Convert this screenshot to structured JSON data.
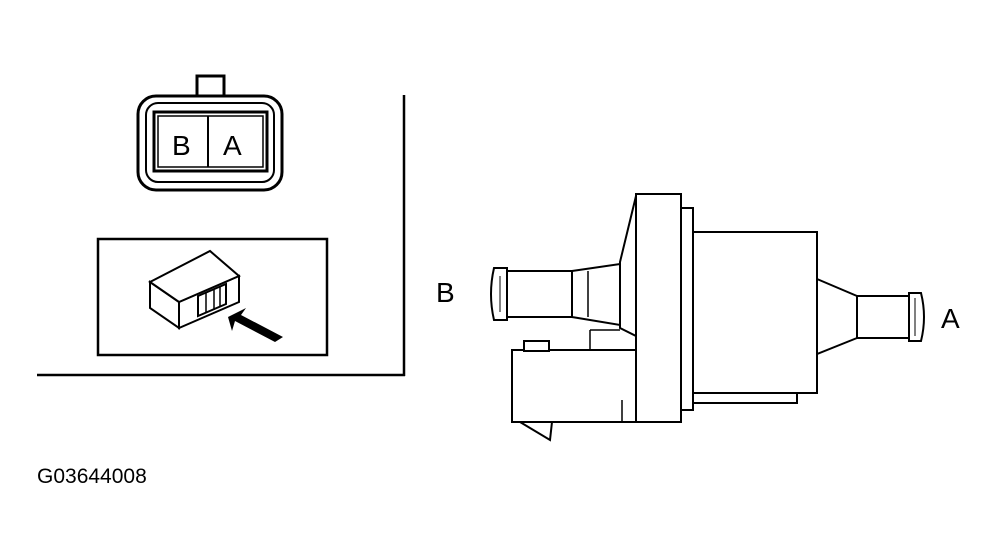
{
  "connector": {
    "pin_b": "B",
    "pin_a": "A"
  },
  "valve": {
    "port_b": "B",
    "port_a": "A"
  },
  "figure_code": "G03644008",
  "colors": {
    "line": "#000000",
    "background": "#ffffff"
  }
}
